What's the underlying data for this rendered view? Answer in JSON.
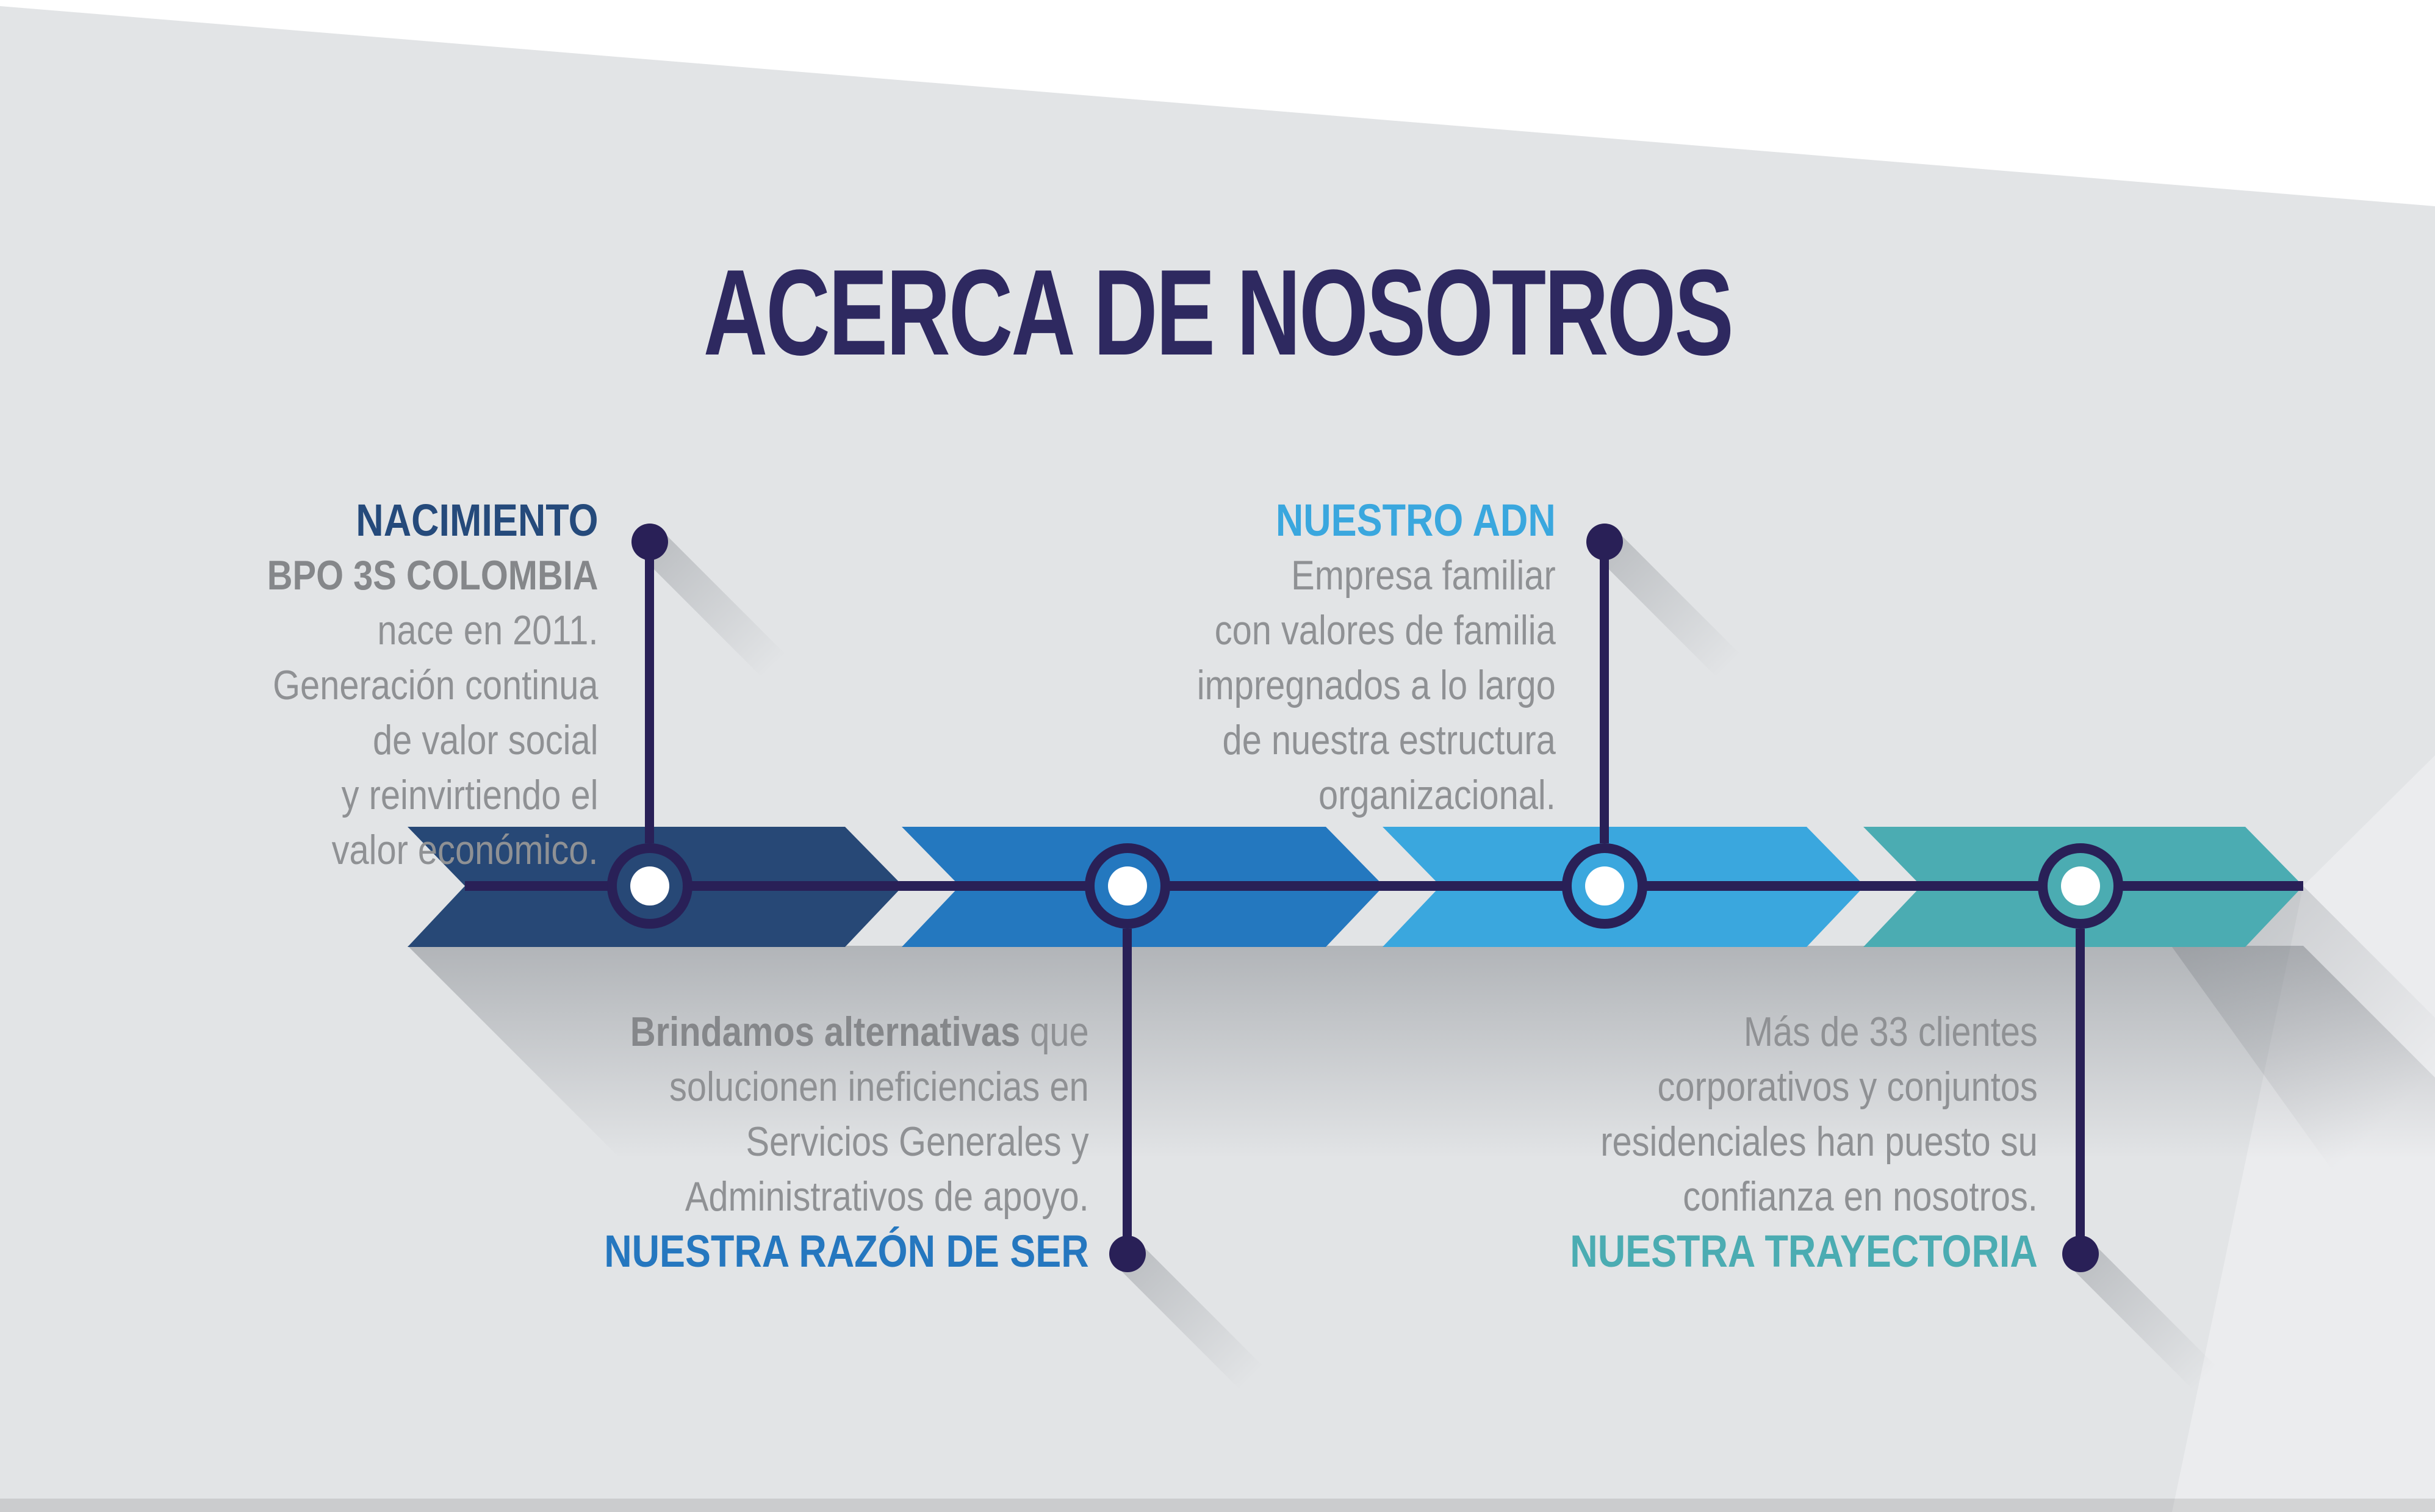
{
  "title": "ACERCA DE NOSOTROS",
  "background": {
    "page": "#FFFFFF",
    "panel": "#E2E4E6",
    "panel_light": "#EBECEE"
  },
  "timeline": {
    "line_color": "#292057",
    "node_center_color": "#FFFFFF",
    "chevron_colors": [
      "#274876",
      "#2478BF",
      "#3AA7DE",
      "#4BACB2"
    ]
  },
  "text_colors": {
    "title": "#2E2960",
    "gray": "#8F9194",
    "gray_bold": "#85878A"
  },
  "milestones": [
    {
      "heading": "NACIMIENTO",
      "accent": "#254A7B",
      "placement": "top",
      "lines": [
        [
          {
            "t": "BPO 3S COLOMBIA",
            "b": true
          }
        ],
        [
          {
            "t": "nace en 2011.",
            "b": false
          }
        ],
        [
          {
            "t": "Generación continua",
            "b": false
          }
        ],
        [
          {
            "t": "de valor social",
            "b": false
          }
        ],
        [
          {
            "t": "y reinvirtiendo el",
            "b": false
          }
        ],
        [
          {
            "t": "valor económico.",
            "b": false
          }
        ]
      ]
    },
    {
      "heading": "NUESTRA RAZÓN DE SER",
      "accent": "#2577BF",
      "placement": "bottom",
      "lines": [
        [
          {
            "t": "Brindamos alternativas",
            "b": true
          },
          {
            "t": " que",
            "b": false
          }
        ],
        [
          {
            "t": "solucionen ineficiencias en",
            "b": false
          }
        ],
        [
          {
            "t": "Servicios Generales y",
            "b": false
          }
        ],
        [
          {
            "t": "Administrativos de apoyo.",
            "b": false
          }
        ]
      ]
    },
    {
      "heading": "NUESTRO ADN",
      "accent": "#3AA7DE",
      "placement": "top",
      "lines": [
        [
          {
            "t": "Empresa familiar",
            "b": false
          }
        ],
        [
          {
            "t": "con valores de familia",
            "b": false
          }
        ],
        [
          {
            "t": "impregnados a lo largo",
            "b": false
          }
        ],
        [
          {
            "t": "de nuestra estructura",
            "b": false
          }
        ],
        [
          {
            "t": "organizacional.",
            "b": false
          }
        ]
      ]
    },
    {
      "heading": "NUESTRA TRAYECTORIA",
      "accent": "#4BACB2",
      "placement": "bottom",
      "lines": [
        [
          {
            "t": "Más de 33 clientes",
            "b": false
          }
        ],
        [
          {
            "t": "corporativos y conjuntos",
            "b": false
          }
        ],
        [
          {
            "t": "residenciales han puesto su",
            "b": false
          }
        ],
        [
          {
            "t": "confianza en nosotros.",
            "b": false
          }
        ]
      ]
    }
  ]
}
